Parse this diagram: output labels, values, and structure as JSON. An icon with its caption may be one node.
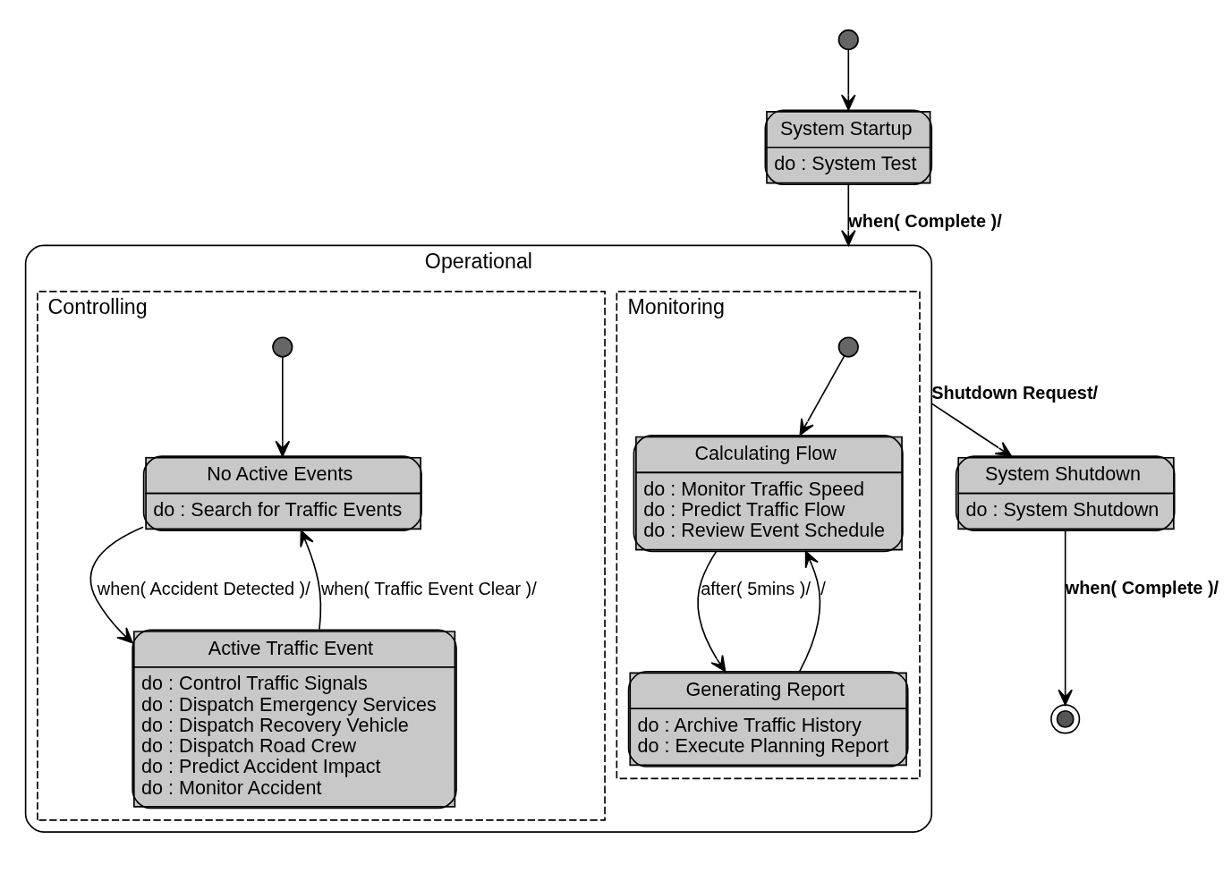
{
  "diagram": {
    "nodes": [
      {
        "text": [],
        "shape": "circle"
      },
      {
        "text": [
          "System Startup",
          "do : System Test"
        ]
      },
      {
        "text": [
          "Operational"
        ]
      },
      {
        "text": [
          "Monitoring"
        ],
        "in": 2
      },
      {
        "text": [],
        "shape": "circle",
        "in": 3
      },
      {
        "text": [
          "Calculating Flow",
          "do : Monitor Traffic Speed do : Predict Traffic Flow do : Review Event Schedule"
        ],
        "in": 3
      },
      {
        "text": [
          "Generating Report",
          "do : Archive Traffic History do : Execute Planning Report"
        ],
        "in": 3
      },
      {
        "text": [
          "Controlling"
        ],
        "in": 2
      },
      {
        "text": [],
        "shape": "circle",
        "in": 7
      },
      {
        "text": [
          "No Active Events",
          "do : Search for Traffic Events"
        ],
        "in": 7
      },
      {
        "text": [
          "Active Traffic Event",
          "do : Control Traffic Signals do : Dispatch Emergency Services do : Dispatch Recovery Vehicle do : Dispatch Road Crew do : Predict Accident Impact do : Monitor Accident"
        ],
        "in": 7
      },
      {
        "text": [
          "System Shutdown",
          "do : System Shutdown"
        ]
      },
      {
        "text": [],
        "shape": "circle"
      }
    ],
    "edges": [
      {
        "from": 0,
        "to": 1,
        "arrow": "to"
      },
      {
        "from": 1,
        "to": 2,
        "arrow": "to",
        "label": "when( Complete )/"
      },
      {
        "from": 4,
        "to": 5,
        "arrow": "to"
      },
      {
        "from": 5,
        "to": 6,
        "arrow": "to",
        "label": "after( 5mins )/"
      },
      {
        "from": 6,
        "to": 5,
        "arrow": "to",
        "label": "/"
      },
      {
        "from": 8,
        "to": 9,
        "arrow": "to"
      },
      {
        "from": 9,
        "to": 10,
        "arrow": "to",
        "label": "when( Accident Detected )/"
      },
      {
        "from": 10,
        "to": 9,
        "arrow": "to",
        "label": "when( Traffic Event Clear )/"
      },
      {
        "from": 2,
        "to": 11,
        "arrow": "to",
        "label": "Shutdown Request/"
      },
      {
        "from": 11,
        "to": 12,
        "arrow": "to",
        "label": "when( Complete )/"
      }
    ]
  }
}
